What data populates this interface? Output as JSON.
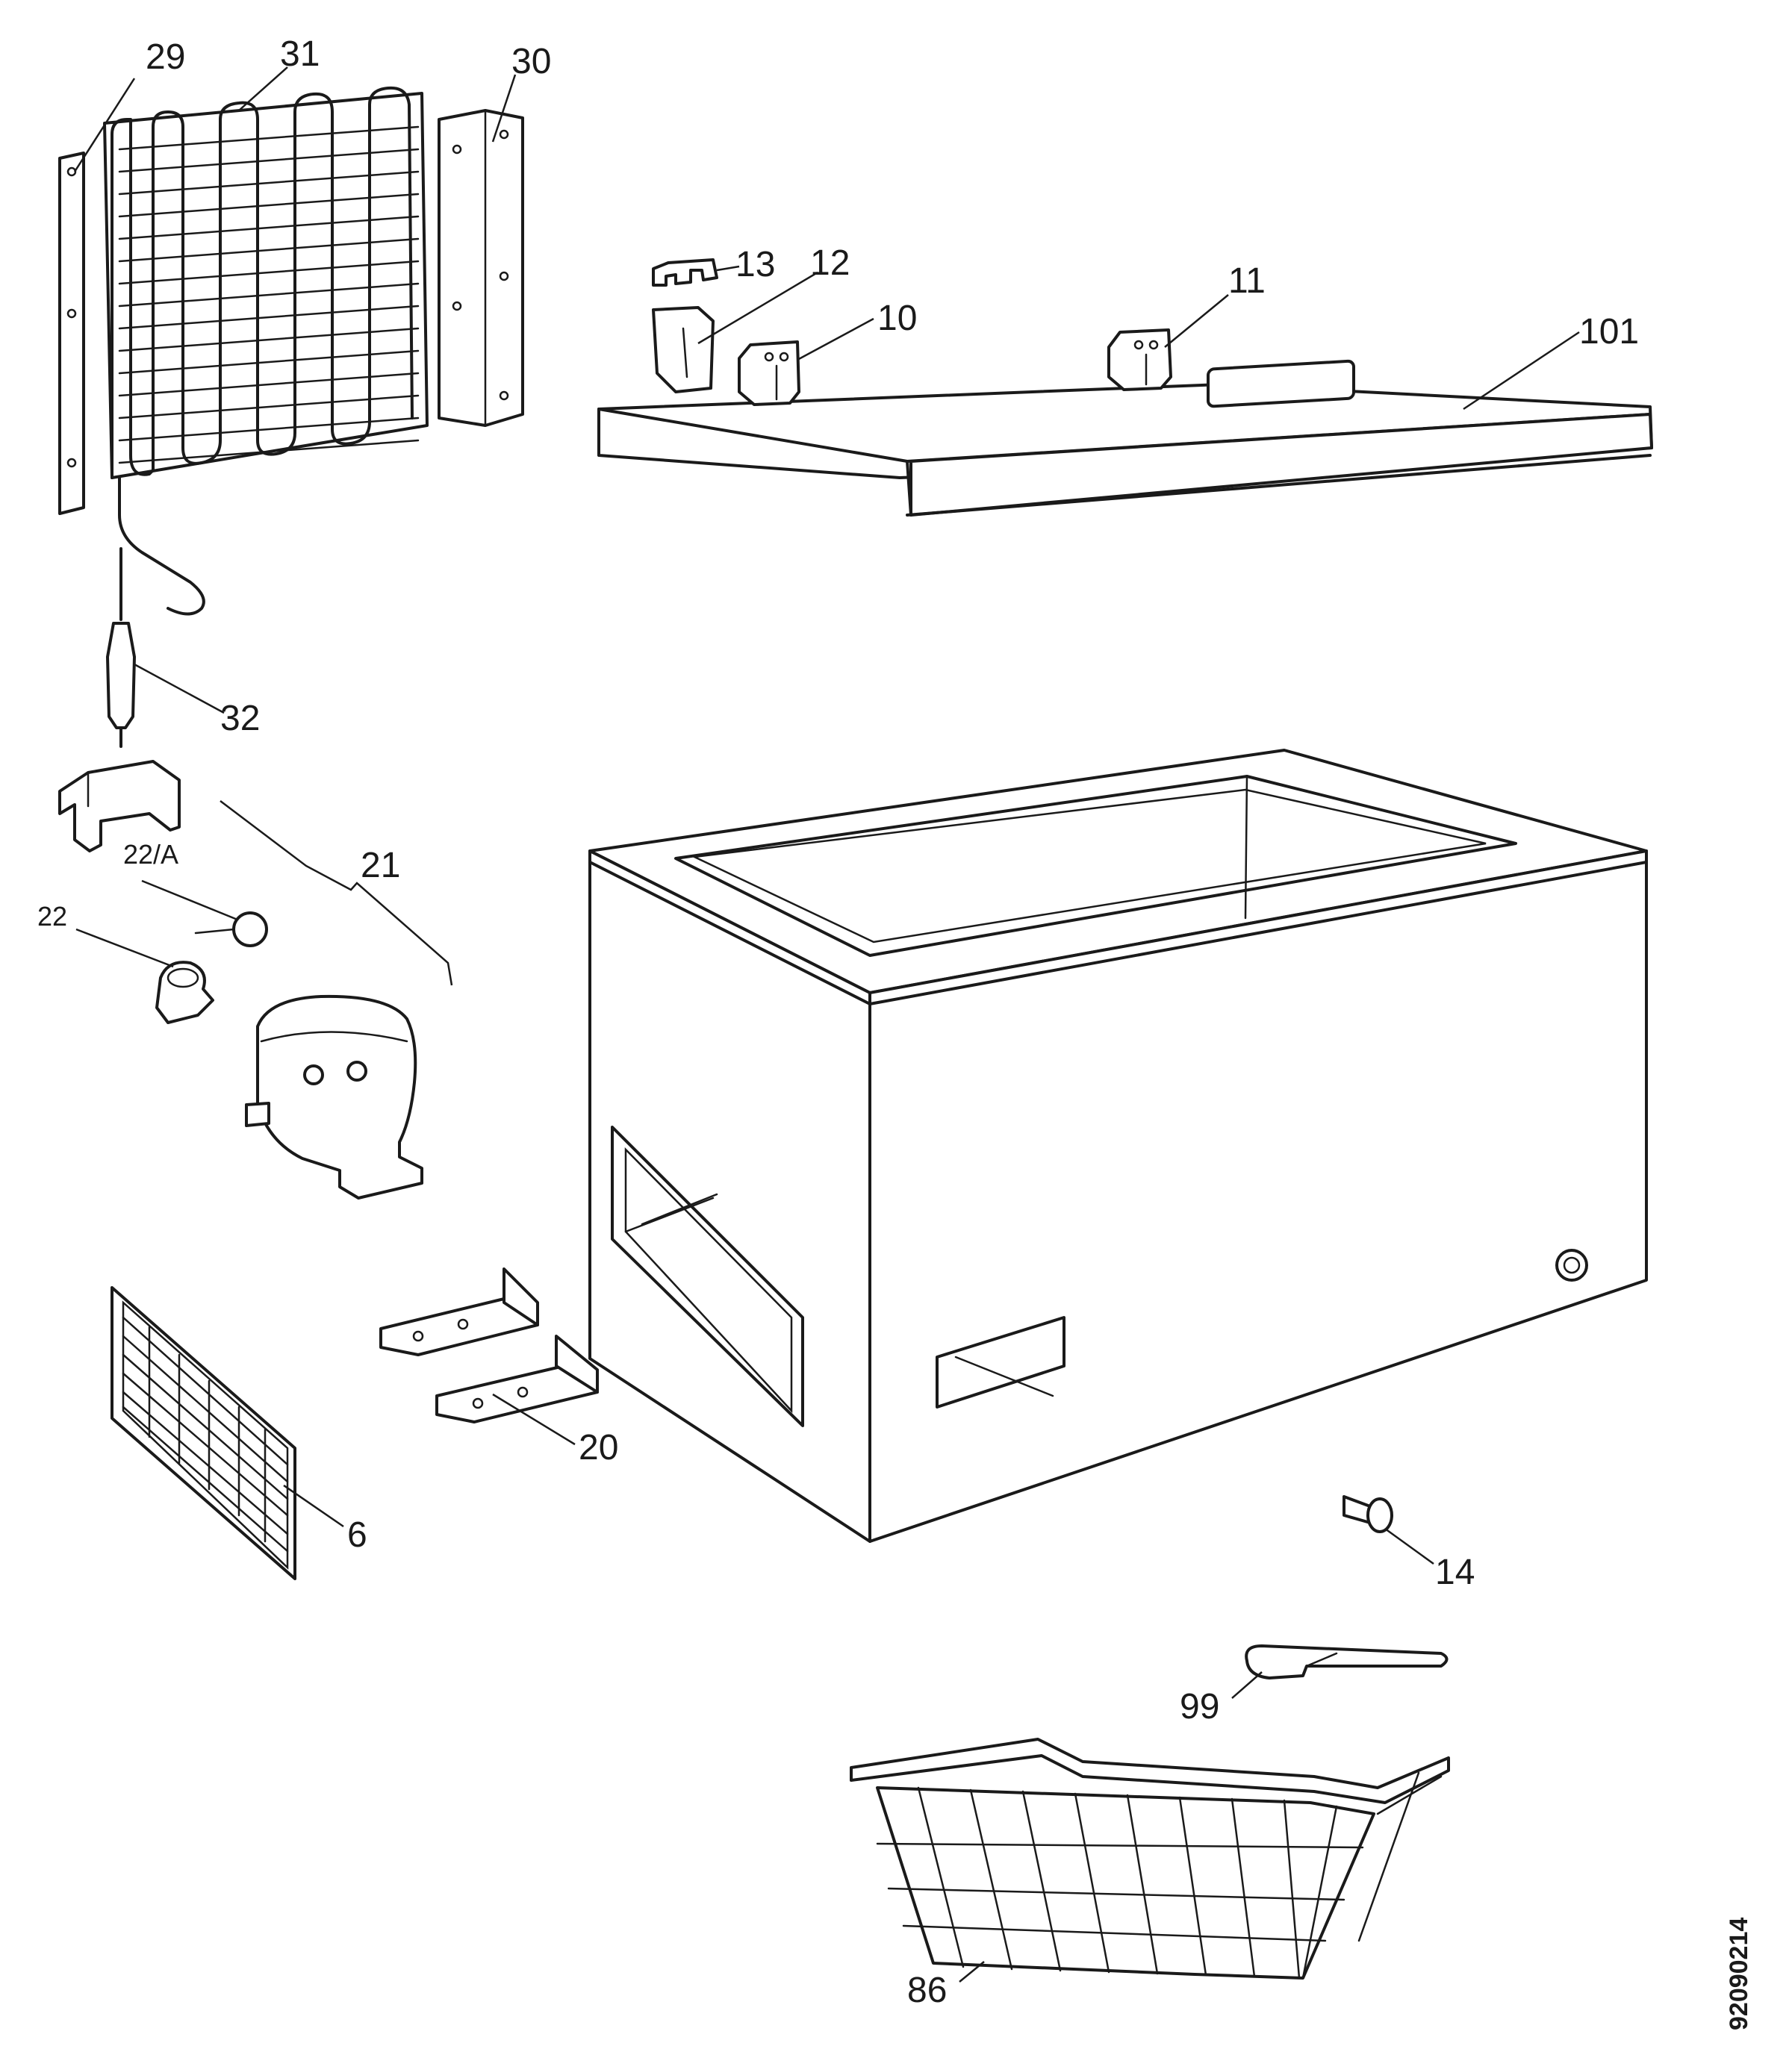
{
  "labels": {
    "p29": "29",
    "p31": "31",
    "p30": "30",
    "p13": "13",
    "p12": "12",
    "p10": "10",
    "p11": "11",
    "p101": "101",
    "p32": "32",
    "p21": "21",
    "p22A": "22/A",
    "p22": "22",
    "p20": "20",
    "p6": "6",
    "p14": "14",
    "p99": "99",
    "p86": "86"
  },
  "document_id": "92090214"
}
